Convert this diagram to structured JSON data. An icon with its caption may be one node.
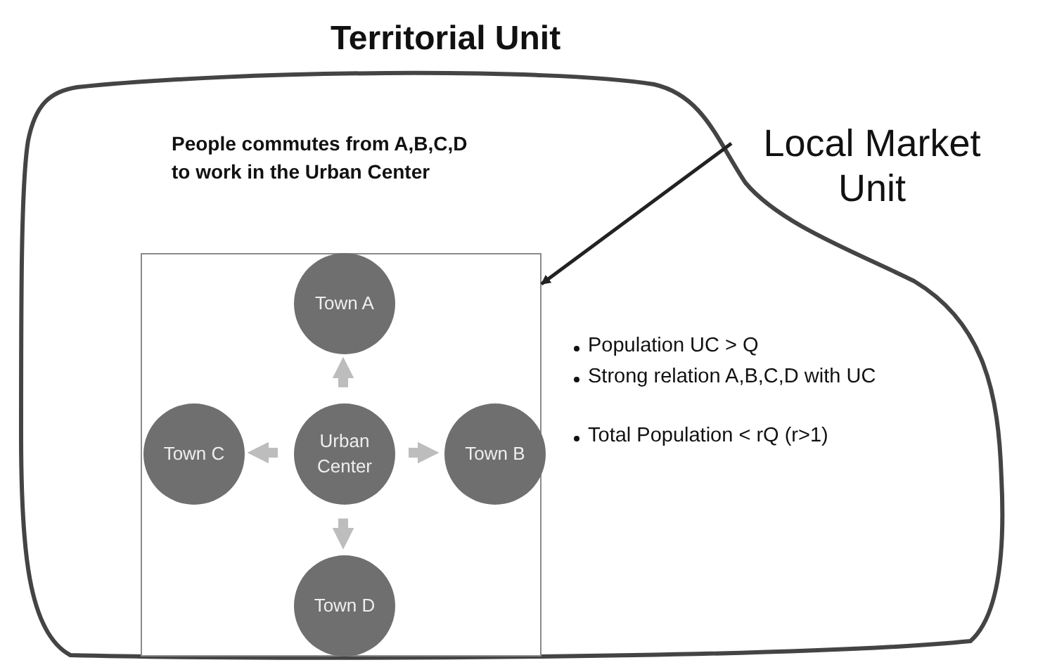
{
  "diagram": {
    "nodes": [
      {
        "text": [
          "Territorial Unit"
        ]
      },
      {
        "text": [
          "Local Market Unit"
        ]
      },
      {
        "text": [],
        "shape": "box",
        "in": 0
      },
      {
        "text": [
          "Town A"
        ],
        "in": 2
      },
      {
        "text": [
          "Town C"
        ],
        "in": 2
      },
      {
        "text": [
          "Urban Center"
        ],
        "in": 2
      },
      {
        "text": [
          "Town B"
        ],
        "in": 2
      },
      {
        "text": [
          "Town D"
        ],
        "in": 2
      }
    ],
    "edges": [
      {
        "from": 1,
        "to": 2,
        "arrow": "to",
        "color": "#222222"
      },
      {
        "from": 5,
        "to": 3,
        "arrow": "to"
      },
      {
        "from": 5,
        "to": 4,
        "arrow": "to"
      },
      {
        "from": 5,
        "to": 6,
        "arrow": "to"
      },
      {
        "from": 5,
        "to": 7,
        "arrow": "to"
      }
    ],
    "labels": [
      "People commutes from A,B,C,D to work in the Urban Center",
      "Population UC > Q",
      "Strong relation A,B,C,D with UC",
      "Total Population < rQ (r>1)"
    ]
  }
}
